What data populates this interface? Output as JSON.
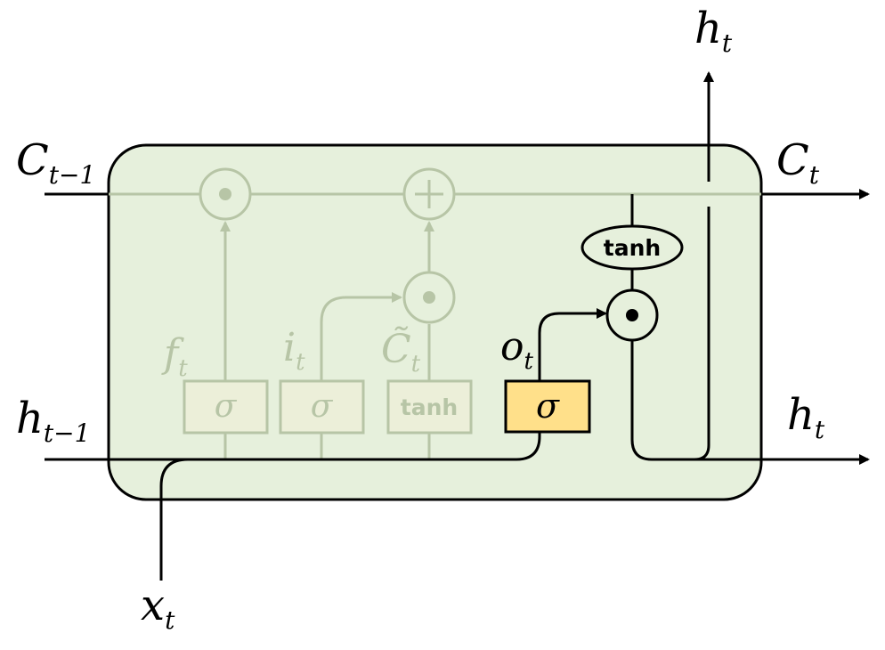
{
  "labels": {
    "c_prev": {
      "main": "C",
      "sub": "t−1"
    },
    "c_next": {
      "main": "C",
      "sub": "t"
    },
    "h_prev": {
      "main": "h",
      "sub": "t−1"
    },
    "h_next_right": {
      "main": "h",
      "sub": "t"
    },
    "h_next_top": {
      "main": "h",
      "sub": "t"
    },
    "x_in": {
      "main": "x",
      "sub": "t"
    },
    "f_gate": {
      "main": "f",
      "sub": "t"
    },
    "i_gate": {
      "main": "i",
      "sub": "t"
    },
    "c_tilde": {
      "main": "C̃",
      "sub": "t"
    },
    "o_gate": {
      "main": "o",
      "sub": "t"
    }
  },
  "blocks": {
    "sigma_symbol": "σ",
    "tanh_label": "tanh"
  },
  "operators": {
    "multiply": "⊙",
    "add": "+"
  },
  "colors": {
    "cell_fill": "#e6f0dc",
    "cell_stroke": "#000000",
    "faded": "#b7c5a6",
    "faded_fill": "#ecefd9",
    "highlight_fill": "#ffe08a",
    "active": "#000000"
  }
}
